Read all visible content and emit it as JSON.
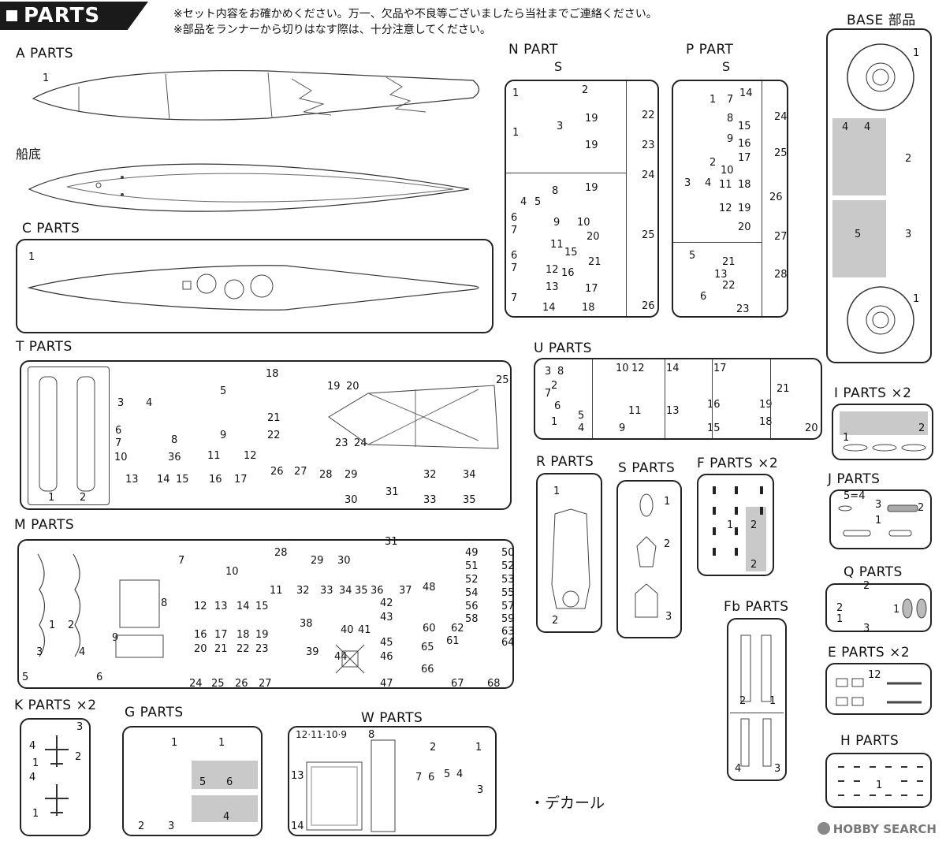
{
  "header": {
    "title": "PARTS LIST",
    "notes": [
      "※セット内容をお確かめください。万一、欠品や不良等ございましたら当社までご連絡ください。",
      "※部品をランナーから切りはなす際は、十分注意してください。"
    ]
  },
  "sections": {
    "a_parts": "A PARTS",
    "funazoko": "船底",
    "c_parts": "C PARTS",
    "t_parts": "T PARTS",
    "m_parts": "M PARTS",
    "k_parts": "K PARTS ×2",
    "g_parts": "G PARTS",
    "w_parts": "W PARTS",
    "n_part": "N PART",
    "p_part": "P PART",
    "s_mark": "S",
    "base": "BASE 部品",
    "u_parts": "U PARTS",
    "i_parts": "I PARTS ×2",
    "j_parts": "J PARTS",
    "q_parts": "Q PARTS",
    "e_parts": "E PARTS ×2",
    "h_parts": "H PARTS",
    "r_parts": "R PARTS",
    "s_parts": "S PARTS",
    "f_parts": "F PARTS ×2",
    "fb_parts": "Fb PARTS"
  },
  "decal": "・デカール",
  "watermark": "HOBBY SEARCH",
  "part_numbers": {
    "a": [
      "1"
    ],
    "c": [
      "1"
    ],
    "t": [
      "1",
      "2",
      "3",
      "4",
      "5",
      "6",
      "7",
      "8",
      "9",
      "10",
      "11",
      "12",
      "13",
      "14",
      "15",
      "16",
      "17",
      "18",
      "19",
      "20",
      "21",
      "22",
      "23",
      "24",
      "25",
      "26",
      "27",
      "28",
      "29",
      "30",
      "31",
      "32",
      "33",
      "34",
      "35",
      "36"
    ],
    "m": [
      "1",
      "2",
      "3",
      "4",
      "5",
      "6",
      "7",
      "8",
      "9",
      "10",
      "11",
      "12",
      "13",
      "14",
      "15",
      "16",
      "17",
      "18",
      "19",
      "20",
      "21",
      "22",
      "23",
      "24",
      "25",
      "26",
      "27",
      "28",
      "29",
      "30",
      "31",
      "32",
      "33",
      "34",
      "35",
      "36",
      "37",
      "38",
      "39",
      "40",
      "41",
      "42",
      "43",
      "44",
      "45",
      "46",
      "47",
      "48",
      "49",
      "50",
      "51",
      "52",
      "53",
      "54",
      "55",
      "56",
      "57",
      "58",
      "59",
      "60",
      "61",
      "62",
      "63",
      "64",
      "65",
      "66",
      "67",
      "68"
    ],
    "n": [
      "1",
      "2",
      "3",
      "4",
      "5",
      "6",
      "7",
      "8",
      "9",
      "10",
      "11",
      "12",
      "13",
      "14",
      "15",
      "16",
      "17",
      "18",
      "19",
      "20",
      "21",
      "22",
      "23",
      "24",
      "25",
      "26"
    ],
    "p": [
      "1",
      "2",
      "3",
      "4",
      "5",
      "6",
      "7",
      "8",
      "9",
      "10",
      "11",
      "12",
      "13",
      "14",
      "15",
      "16",
      "17",
      "18",
      "19",
      "20",
      "21",
      "22",
      "23",
      "24",
      "25",
      "26",
      "27",
      "28"
    ],
    "u": [
      "1",
      "2",
      "3",
      "4",
      "5",
      "6",
      "7",
      "8",
      "9",
      "10",
      "11",
      "12",
      "13",
      "14",
      "15",
      "16",
      "17",
      "18",
      "19",
      "20",
      "21"
    ],
    "base": [
      "1",
      "2",
      "3",
      "4",
      "5"
    ],
    "k": [
      "1",
      "2",
      "3",
      "4"
    ],
    "g": [
      "1",
      "2",
      "3",
      "4",
      "5",
      "6"
    ],
    "w": [
      "1",
      "2",
      "3",
      "4",
      "5",
      "6",
      "7",
      "8",
      "9",
      "10",
      "11",
      "12",
      "13",
      "14"
    ],
    "r": [
      "1",
      "2"
    ],
    "s": [
      "1",
      "2",
      "3"
    ],
    "f": [
      "1",
      "2"
    ],
    "fb": [
      "1",
      "2",
      "3",
      "4"
    ],
    "i": [
      "1",
      "2"
    ],
    "j": [
      "1",
      "2",
      "3",
      "4",
      "5"
    ],
    "q": [
      "1",
      "2",
      "3"
    ],
    "e": [
      "1",
      "2"
    ],
    "h": [
      "1"
    ]
  },
  "colors": {
    "frame": "#222222",
    "shade": "#c9c9c9",
    "header_bg": "#1a1a1a"
  }
}
